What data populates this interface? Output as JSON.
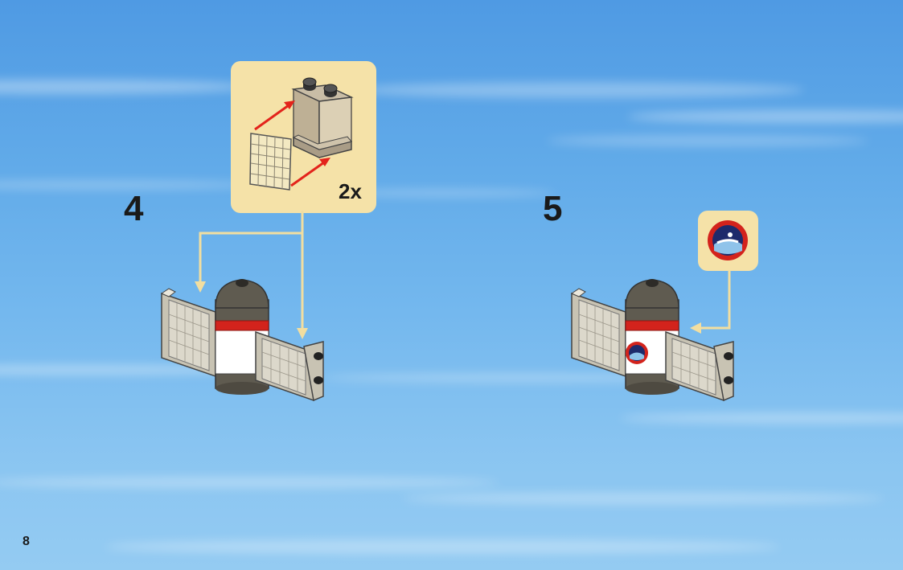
{
  "page": {
    "number": "8"
  },
  "steps": [
    {
      "number": "4",
      "callout": {
        "quantity": "2x"
      }
    },
    {
      "number": "5"
    }
  ],
  "colors": {
    "callout_bg": "#f5e2a8",
    "guide_line": "#f2dea0",
    "arrow_red": "#e3231b",
    "body_dark": "#5f5b50",
    "body_white": "#ffffff",
    "stripe_red": "#d3231c"
  },
  "icons": [
    "arrow-red-icon",
    "satellite-icon",
    "solar-panel-icon",
    "round-sticker-icon"
  ]
}
